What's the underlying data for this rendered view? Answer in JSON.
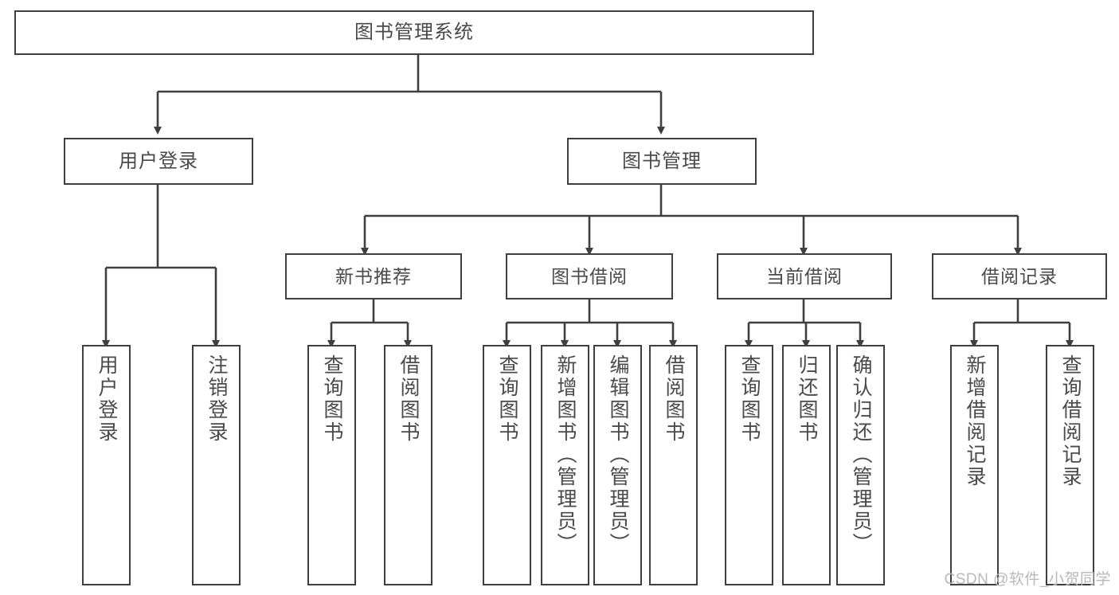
{
  "diagram": {
    "title_text": "图书管理系统",
    "type": "hierarchy-tree",
    "stroke_color": "#3f3f3f",
    "text_color": "#4a4a4a",
    "background_color": "#ffffff",
    "watermark": "CSDN @软件_小贺同学",
    "nodes": {
      "root": {
        "label": "图书管理系统"
      },
      "level2": [
        {
          "label": "用户登录"
        },
        {
          "label": "图书管理"
        }
      ],
      "level3": [
        {
          "label": "新书推荐"
        },
        {
          "label": "图书借阅"
        },
        {
          "label": "当前借阅"
        },
        {
          "label": "借阅记录"
        }
      ],
      "leaves": {
        "user_login": [
          {
            "label": "用户登录"
          },
          {
            "label": "注销登录"
          }
        ],
        "new_book_recommend": [
          {
            "label": "查询图书"
          },
          {
            "label": "借阅图书"
          }
        ],
        "book_borrow": [
          {
            "label": "查询图书"
          },
          {
            "label": "新增图书（管理员）"
          },
          {
            "label": "编辑图书（管理员）"
          },
          {
            "label": "借阅图书"
          }
        ],
        "current_borrow": [
          {
            "label": "查询图书"
          },
          {
            "label": "归还图书"
          },
          {
            "label": "确认归还（管理员）"
          }
        ],
        "borrow_record": [
          {
            "label": "新增借阅记录"
          },
          {
            "label": "查询借阅记录"
          }
        ]
      }
    }
  }
}
